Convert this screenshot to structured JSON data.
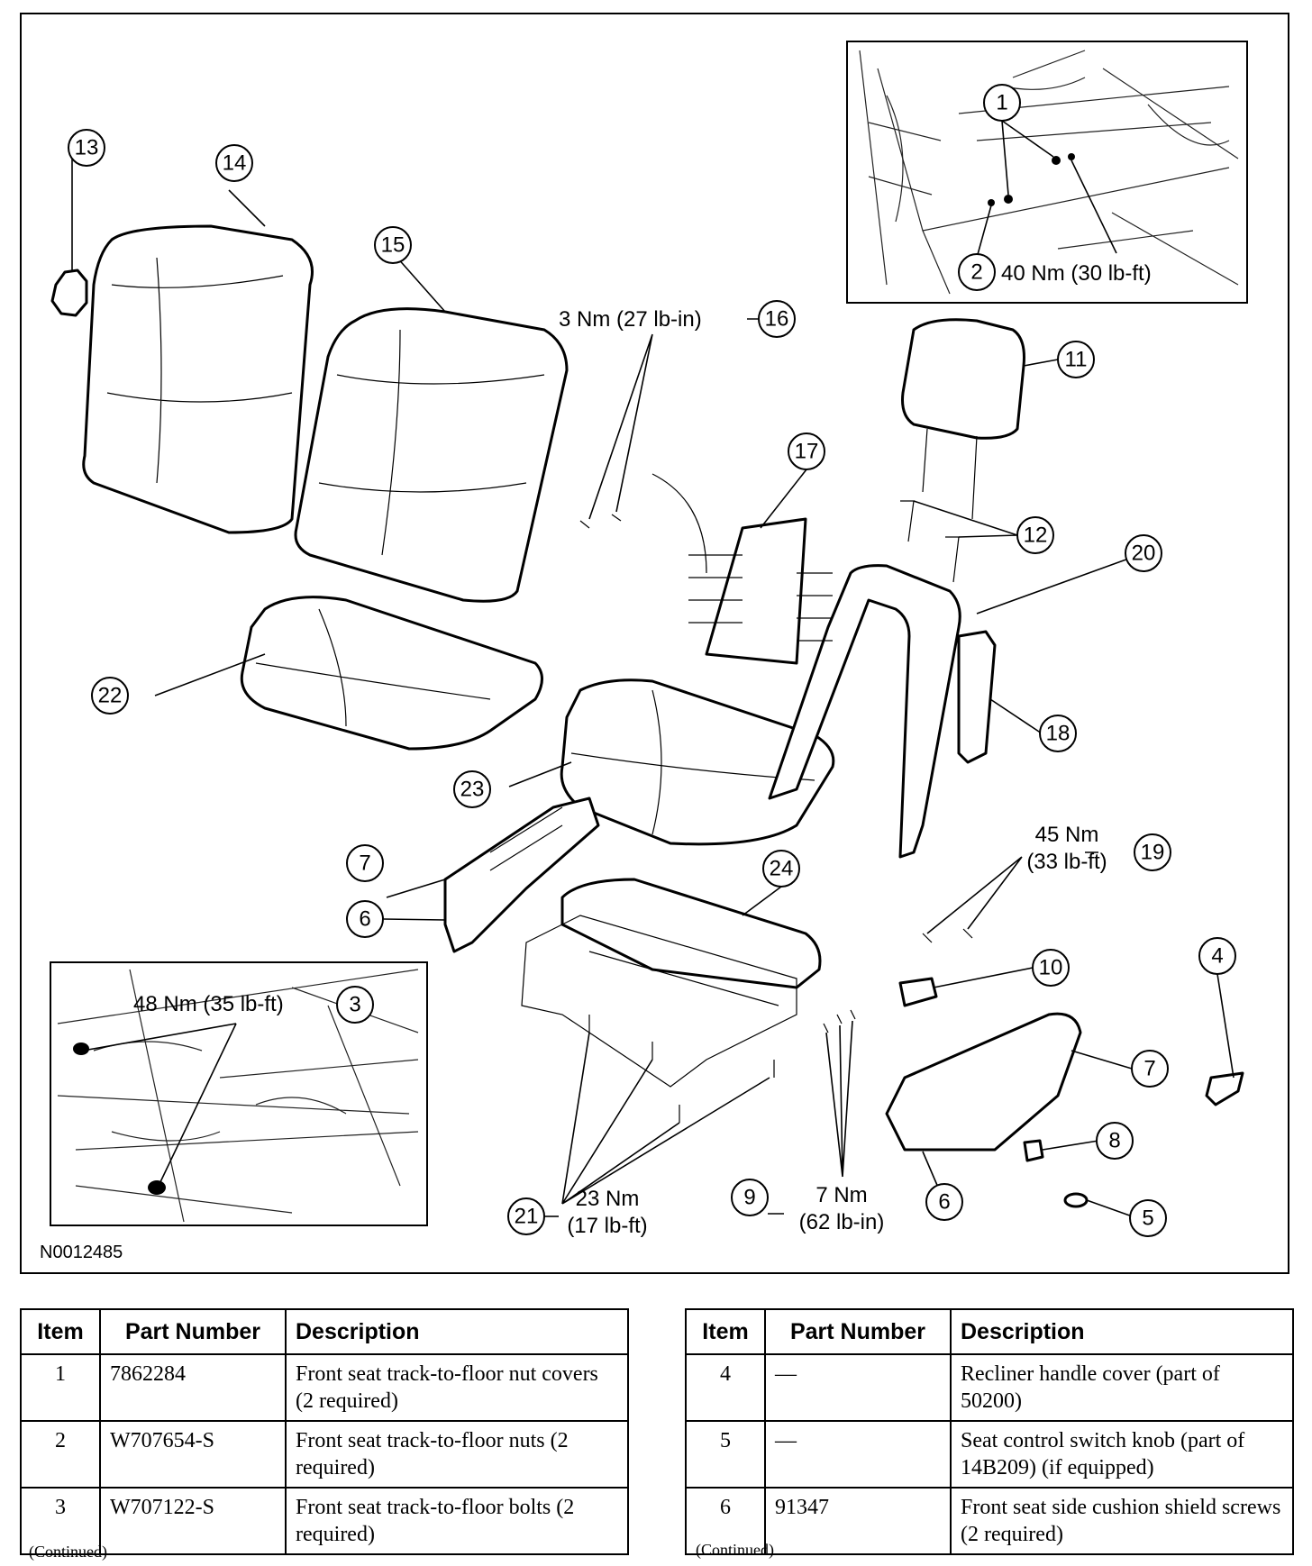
{
  "figure": {
    "id": "N0012485",
    "callouts": [
      "1",
      "2",
      "3",
      "4",
      "5",
      "6",
      "7",
      "8",
      "9",
      "10",
      "11",
      "12",
      "13",
      "14",
      "15",
      "16",
      "17",
      "18",
      "19",
      "20",
      "21",
      "22",
      "23",
      "24"
    ],
    "torque_specs": {
      "item2": "40 Nm (30 lb-ft)",
      "item3": "48 Nm (35 lb-ft)",
      "item16": "3 Nm (27 lb-in)",
      "item19_line1": "45 Nm",
      "item19_line2": "(33 lb-ft)",
      "item21_line1": "23 Nm",
      "item21_line2": "(17 lb-ft)",
      "item9_line1": "7 Nm",
      "item9_line2": "(62 lb-in)"
    }
  },
  "tables": {
    "left": {
      "headers": [
        "Item",
        "Part Number",
        "Description"
      ],
      "rows": [
        {
          "item": "1",
          "part": "7862284",
          "desc": "Front seat track-to-floor nut covers (2 required)"
        },
        {
          "item": "2",
          "part": "W707654-S",
          "desc": "Front seat track-to-floor nuts (2 required)"
        },
        {
          "item": "3",
          "part": "W707122-S",
          "desc": "Front seat track-to-floor bolts (2 required)"
        }
      ],
      "footer": "(Continued)"
    },
    "right": {
      "headers": [
        "Item",
        "Part Number",
        "Description"
      ],
      "rows": [
        {
          "item": "4",
          "part": "—",
          "desc": "Recliner handle cover (part of 50200)"
        },
        {
          "item": "5",
          "part": "—",
          "desc": "Seat control switch knob (part of 14B209) (if equipped)"
        },
        {
          "item": "6",
          "part": "91347",
          "desc": "Front seat side cushion shield screws (2 required)"
        }
      ],
      "footer": "(Continued)"
    }
  }
}
